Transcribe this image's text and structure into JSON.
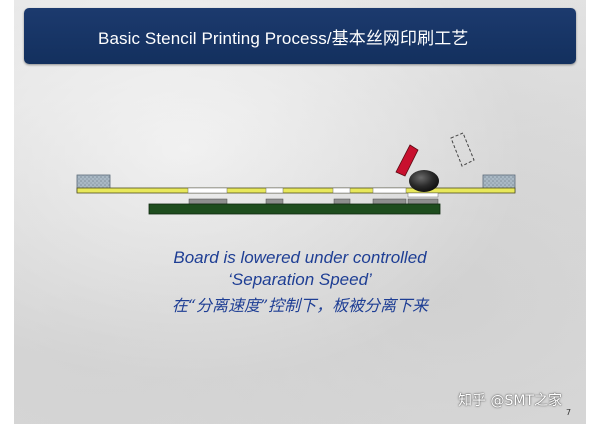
{
  "slide": {
    "title": "Basic Stencil Printing Process/基本丝网印刷工艺",
    "caption_line1": "Board is lowered under controlled",
    "caption_line2": "‘Separation Speed’",
    "caption_line3": "在“分离速度”控制下，板被分离下来",
    "page_number": "7"
  },
  "watermark": {
    "text": "知乎 @SMT之家"
  },
  "colors": {
    "title_bar": "#13305e",
    "stencil": "#e8e85a",
    "board": "#1e4d1e",
    "squeegee": "#c8102e",
    "caption": "#1e3e94"
  }
}
